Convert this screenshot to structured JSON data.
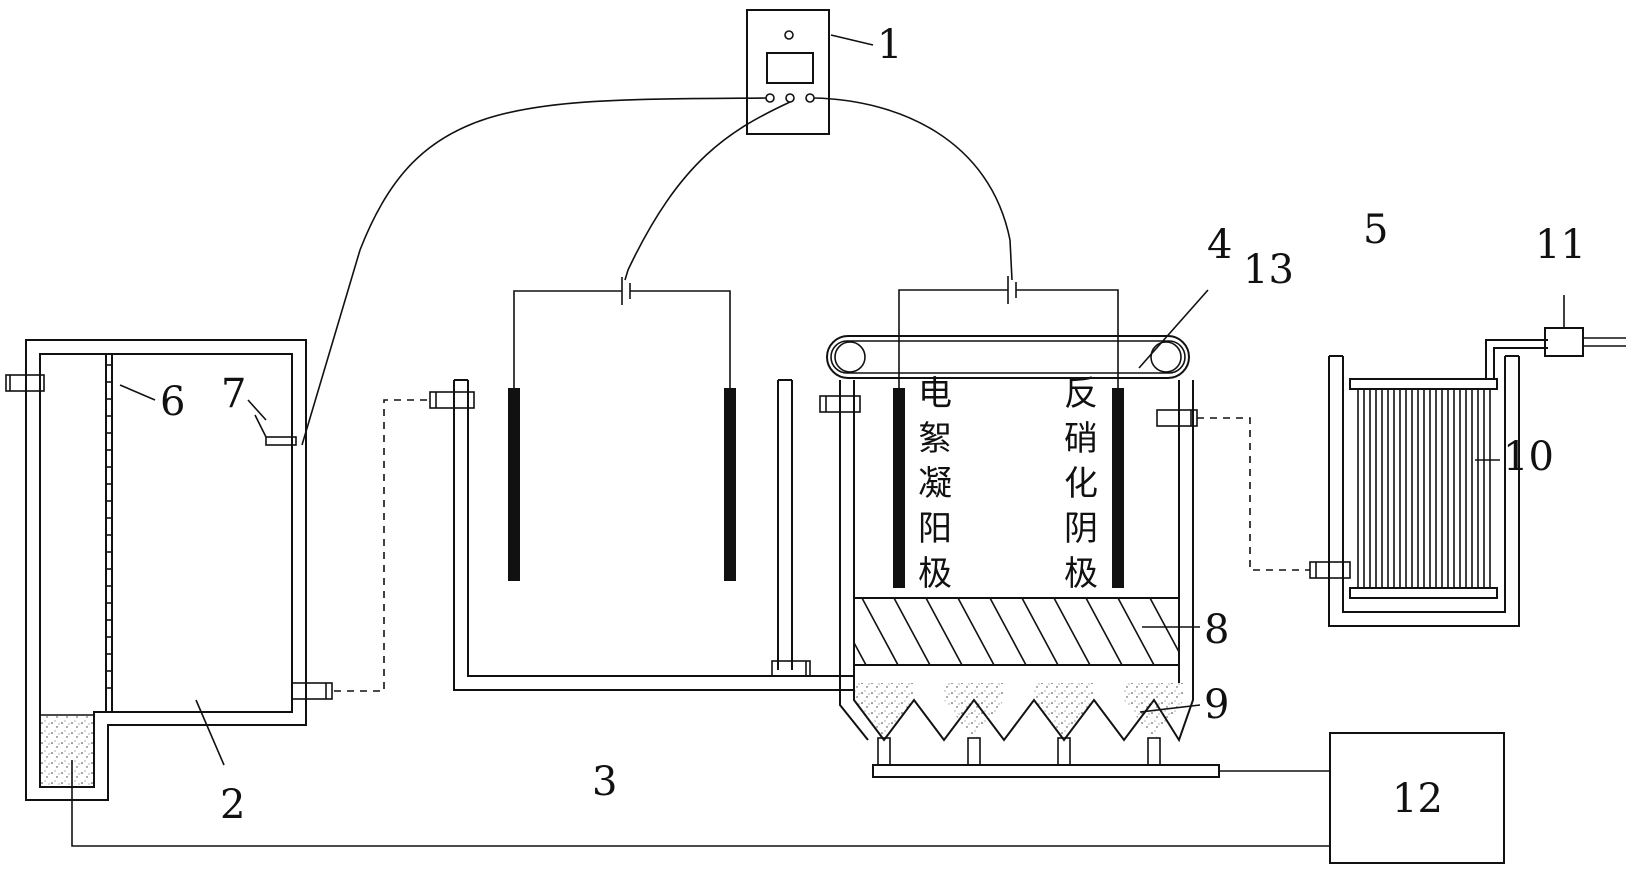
{
  "labels": {
    "n1": "1",
    "n2": "2",
    "n3": "3",
    "n4": "4",
    "n5": "5",
    "n6": "6",
    "n7": "7",
    "n8": "8",
    "n9": "9",
    "n10": "10",
    "n11": "11",
    "n12": "12",
    "n13": "13"
  },
  "electrodes": {
    "anode": [
      "电",
      "絮",
      "凝",
      "阳",
      "极"
    ],
    "cathode": [
      "反",
      "硝",
      "化",
      "阴",
      "极"
    ]
  }
}
